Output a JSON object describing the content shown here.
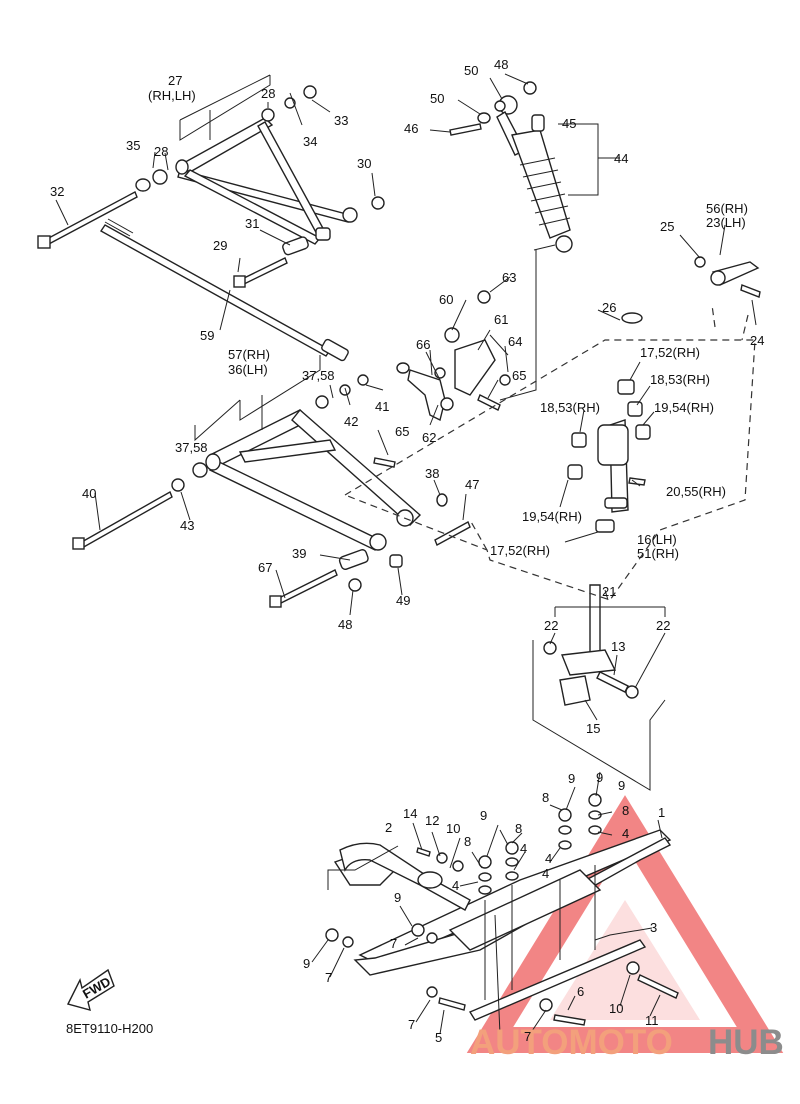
{
  "diagram": {
    "code": "8ET9110-H200",
    "fwd_label": "FWD",
    "watermark": {
      "auto": "AUTOMOTO",
      "hub": "HUB",
      "triangle_color": "#f07070"
    },
    "labels": {
      "l1": "1",
      "l2": "2",
      "l3": "3",
      "l4a": "4",
      "l4b": "4",
      "l4c": "4",
      "l4d": "4",
      "l4e": "4",
      "l5": "5",
      "l6": "6",
      "l7a": "7",
      "l7b": "7",
      "l7c": "7",
      "l7d": "7",
      "l8a": "8",
      "l8b": "8",
      "l8c": "8",
      "l8d": "8",
      "l9a": "9",
      "l9b": "9",
      "l9c": "9",
      "l9d": "9",
      "l9e": "9",
      "l10a": "10",
      "l10b": "10",
      "l11": "11",
      "l12": "12",
      "l13": "13",
      "l14": "14",
      "l15": "15",
      "l16": "16(LH)",
      "l51": "51(RH)",
      "l1752a": "17,52(RH)",
      "l1752b": "17,52(RH)",
      "l1853a": "18,53(RH)",
      "l1853b": "18,53(RH)",
      "l1954a": "19,54(RH)",
      "l1954b": "19,54(RH)",
      "l2055": "20,55(RH)",
      "l21": "21",
      "l22a": "22",
      "l22b": "22",
      "l23": "23(LH)",
      "l56": "56(RH)",
      "l24": "24",
      "l25": "25",
      "l26": "26",
      "l27": "27",
      "l27b": "(RH,LH)",
      "l28a": "28",
      "l28b": "28",
      "l29": "29",
      "l30": "30",
      "l31": "31",
      "l32": "32",
      "l33": "33",
      "l34": "34",
      "l35": "35",
      "l57": "57(RH)",
      "l36": "36(LH)",
      "l3758a": "37,58",
      "l3758b": "37,58",
      "l38": "38",
      "l39": "39",
      "l40": "40",
      "l41": "41",
      "l42": "42",
      "l43": "43",
      "l44": "44",
      "l45": "45",
      "l46": "46",
      "l47": "47",
      "l48a": "48",
      "l48b": "48",
      "l49": "49",
      "l50a": "50",
      "l50b": "50",
      "l59": "59",
      "l60": "60",
      "l61": "61",
      "l62": "62",
      "l63": "63",
      "l64": "64",
      "l65a": "65",
      "l65b": "65",
      "l66": "66",
      "l67": "67"
    }
  }
}
